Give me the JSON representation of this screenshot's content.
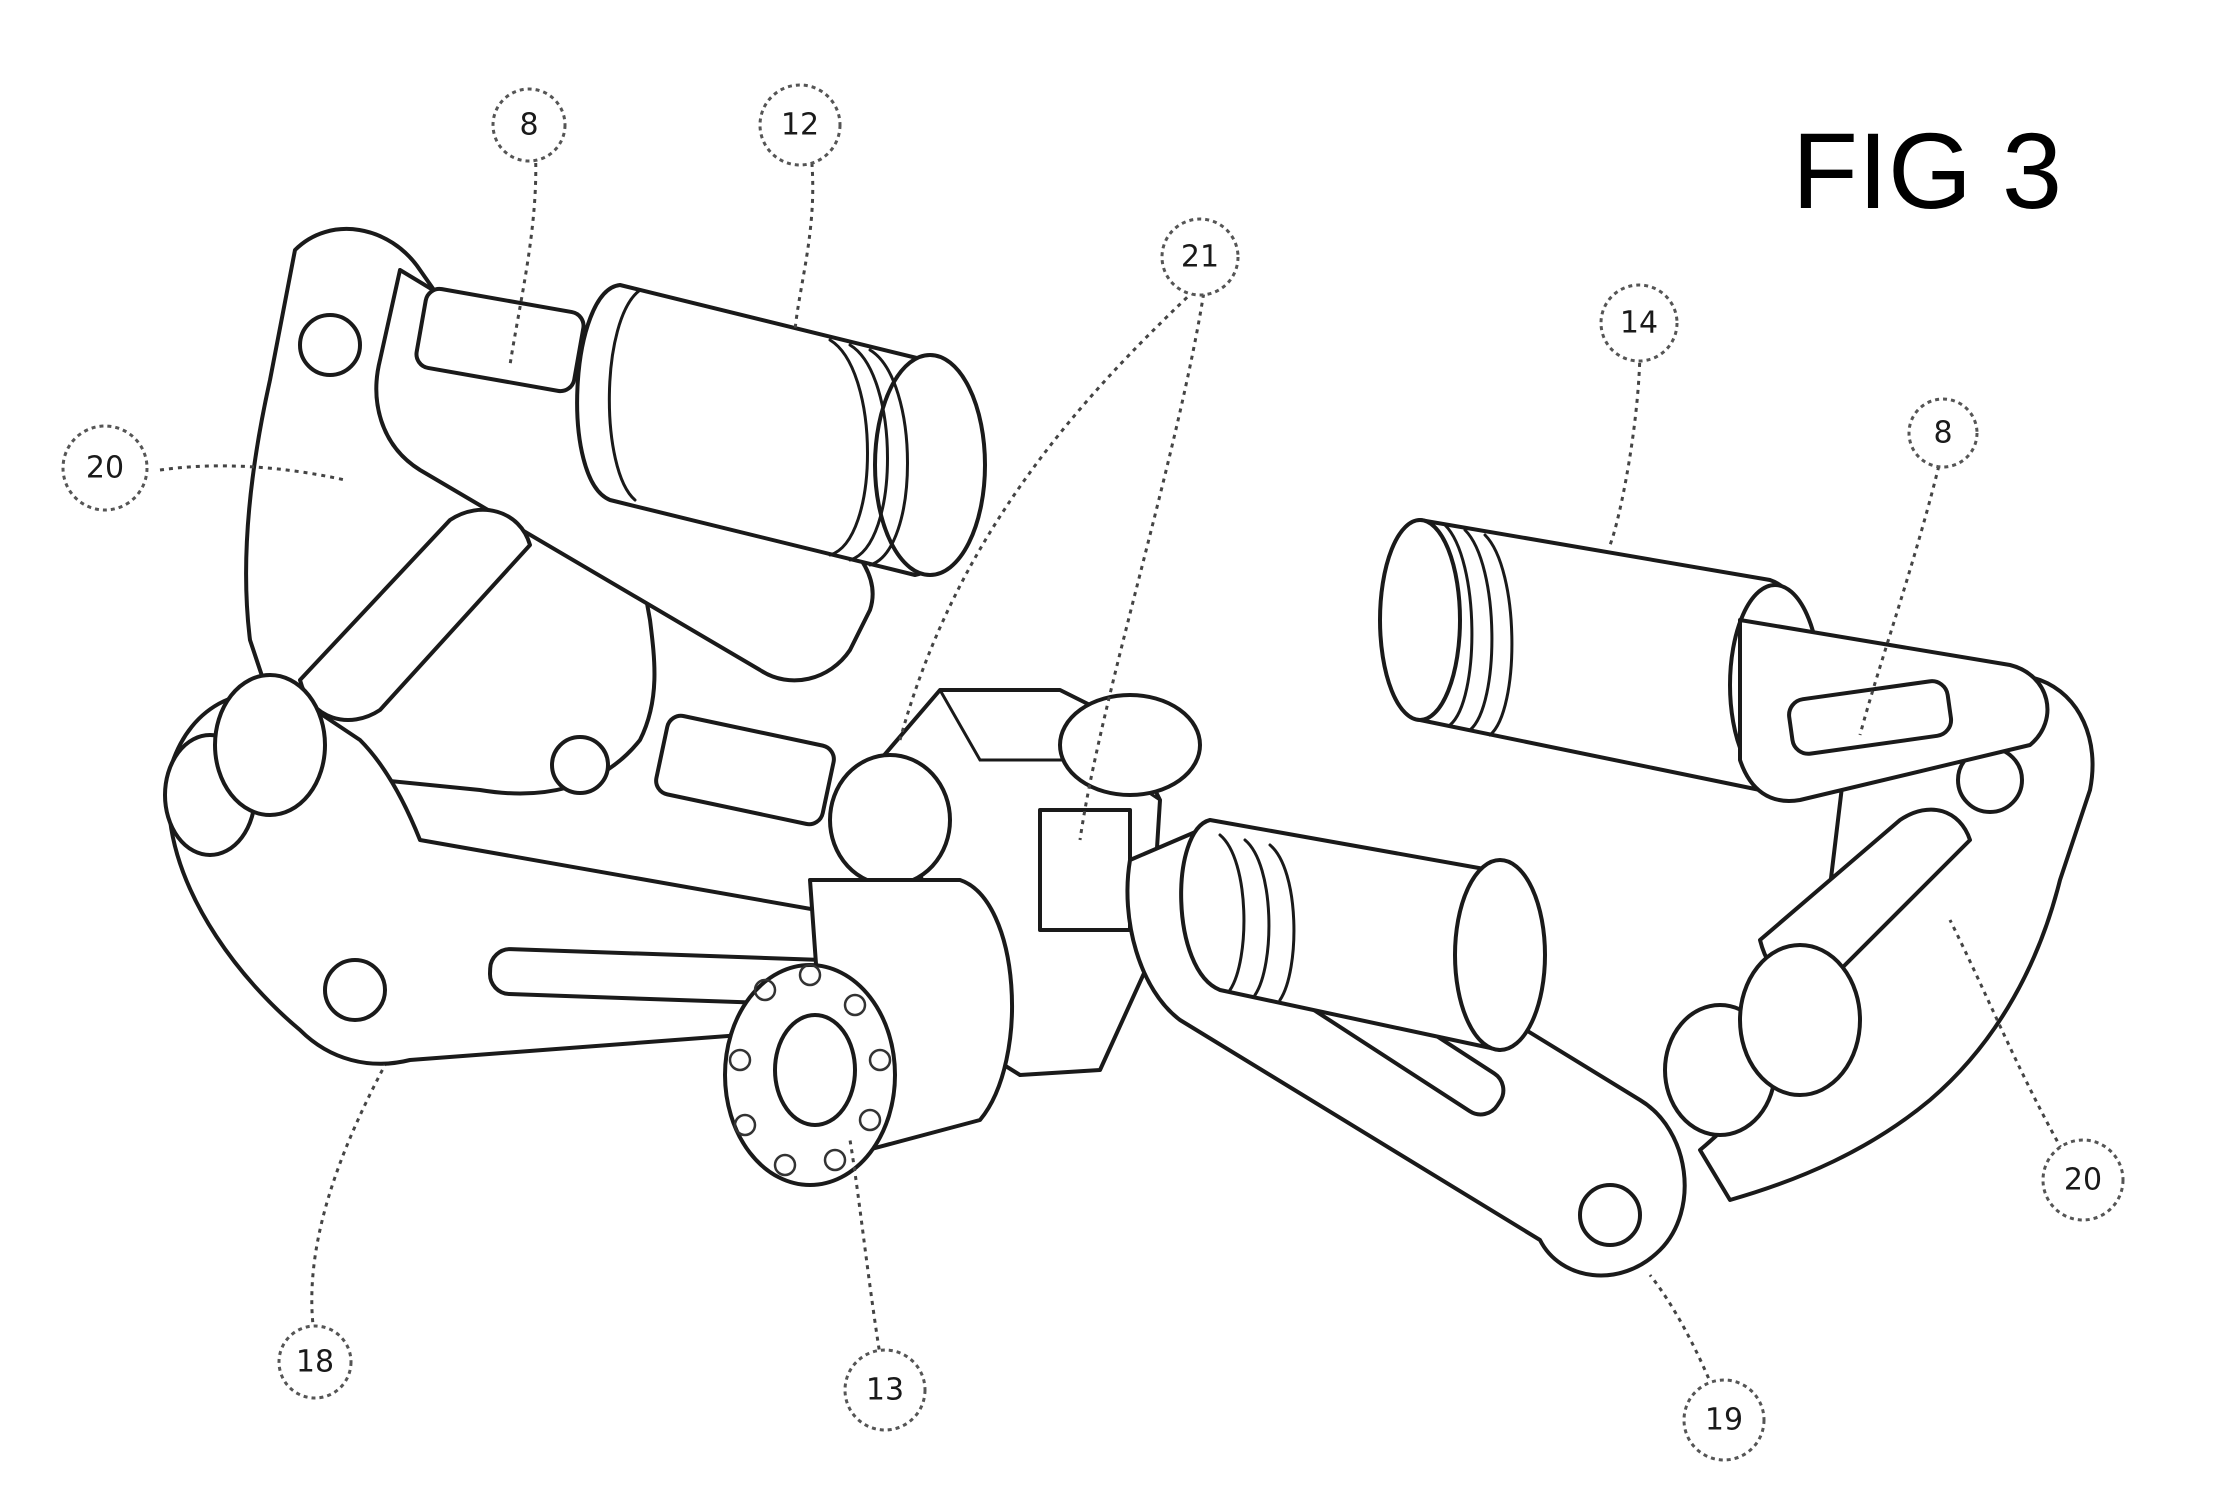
{
  "figure": {
    "title": "FIG 3",
    "labels": {
      "l8a": "8",
      "l12": "12",
      "l21": "21",
      "l14": "14",
      "l8b": "8",
      "l20a": "20",
      "l20b": "20",
      "l18": "18",
      "l13": "13",
      "l19": "19"
    }
  }
}
